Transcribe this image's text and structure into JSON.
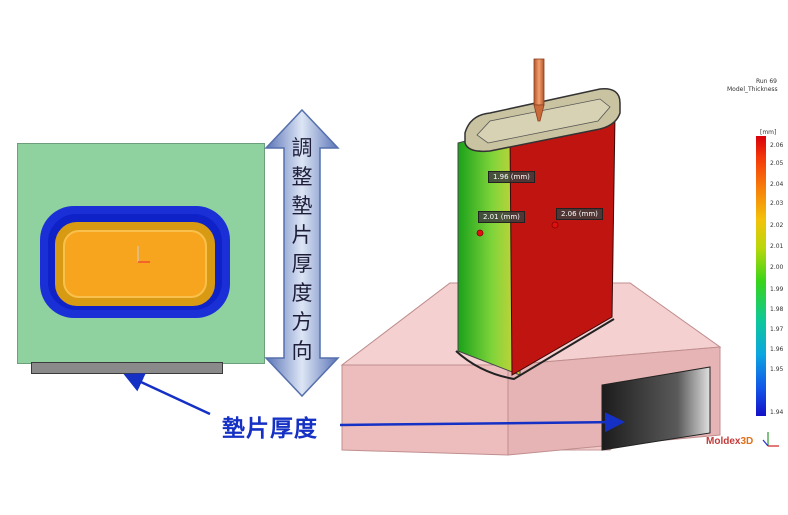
{
  "vertical_caption_chars": [
    "調",
    "整",
    "墊",
    "片",
    "厚",
    "度",
    "方",
    "向"
  ],
  "shim_label": "墊片厚度",
  "legend": {
    "run_title": "Run 69",
    "run_sub": "Model_Thickness",
    "unit": "[mm]",
    "ticks": [
      "2.06",
      "2.05",
      "2.04",
      "2.03",
      "2.02",
      "2.01",
      "2.00",
      "1.99",
      "1.98",
      "1.97",
      "1.96",
      "1.95",
      "1.94"
    ]
  },
  "measurements": [
    {
      "text": "1.96 (mm)"
    },
    {
      "text": "2.01 (mm)"
    },
    {
      "text": "2.06 (mm)"
    }
  ],
  "logo": {
    "main": "Moldex",
    "suffix": "3D"
  },
  "colors": {
    "left_panel": "#8fd2a0",
    "arrow": "#1530c4",
    "part_red": "#c01410",
    "part_green": "#3fbf2a",
    "base_pink": "#e9b8b8"
  }
}
